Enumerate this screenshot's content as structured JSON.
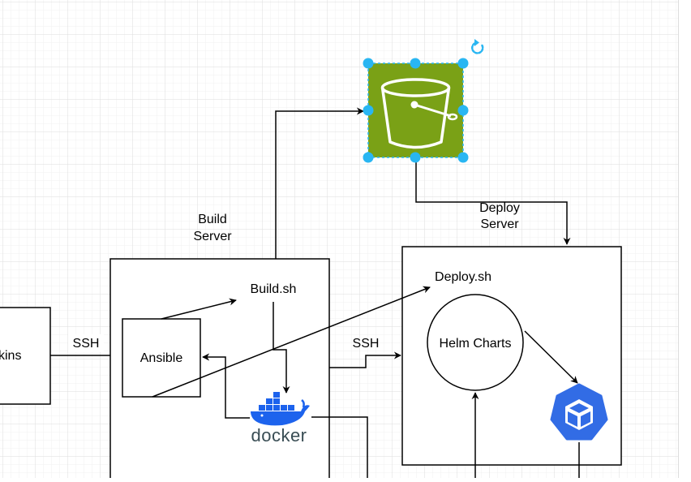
{
  "colors": {
    "grid_major": "#dddddd",
    "grid_minor": "#f0f0f0",
    "stroke": "#000000",
    "s3_fill": "#7aa116",
    "selection_handle": "#29b6f2",
    "kubernetes_blue": "#326ce5",
    "docker_blue": "#1d63ed",
    "docker_text": "#394d54"
  },
  "labels": {
    "jenkins_fragment": "kins",
    "ssh_left": "SSH",
    "ssh_right": "SSH",
    "build_server_line1": "Build",
    "build_server_line2": "Server",
    "deploy_server_line1": "Deploy",
    "deploy_server_line2": "Server",
    "build_sh": "Build.sh",
    "deploy_sh": "Deploy.sh",
    "ansible": "Ansible",
    "helm_charts": "Helm Charts",
    "docker": "docker"
  },
  "icons": {
    "s3": "s3-bucket-icon",
    "docker": "docker-whale-icon",
    "kubernetes": "kubernetes-icon",
    "rotate": "rotate-handle-icon"
  }
}
